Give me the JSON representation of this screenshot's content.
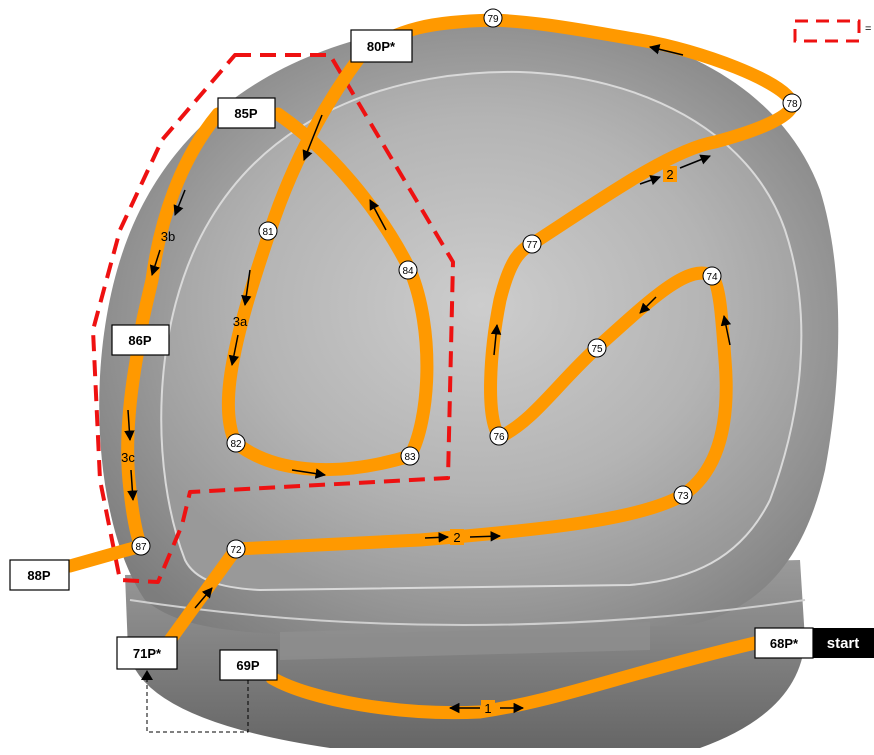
{
  "nodes": [
    {
      "id": "72",
      "label": "72"
    },
    {
      "id": "73",
      "label": "73"
    },
    {
      "id": "74",
      "label": "74"
    },
    {
      "id": "75",
      "label": "75"
    },
    {
      "id": "76",
      "label": "76"
    },
    {
      "id": "77",
      "label": "77"
    },
    {
      "id": "78",
      "label": "78"
    },
    {
      "id": "79",
      "label": "79"
    },
    {
      "id": "81",
      "label": "81"
    },
    {
      "id": "82",
      "label": "82"
    },
    {
      "id": "83",
      "label": "83"
    },
    {
      "id": "84",
      "label": "84"
    },
    {
      "id": "87",
      "label": "87"
    }
  ],
  "position_tags": [
    {
      "id": "68p",
      "label": "68P*"
    },
    {
      "id": "69p",
      "label": "69P"
    },
    {
      "id": "71p",
      "label": "71P*"
    },
    {
      "id": "80p",
      "label": "80P*"
    },
    {
      "id": "85p",
      "label": "85P"
    },
    {
      "id": "86p",
      "label": "86P"
    },
    {
      "id": "88p",
      "label": "88P"
    }
  ],
  "start_label": "start",
  "segment_labels": {
    "s1": "1",
    "s2a": "2",
    "s2b": "2",
    "s3a": "3a",
    "s3b": "3b",
    "s3c": "3c"
  },
  "legend": {
    "symbol_suffix": "="
  },
  "colors": {
    "path": "#ff9900",
    "region_outline": "#ee1111",
    "background": "#ffffff"
  }
}
